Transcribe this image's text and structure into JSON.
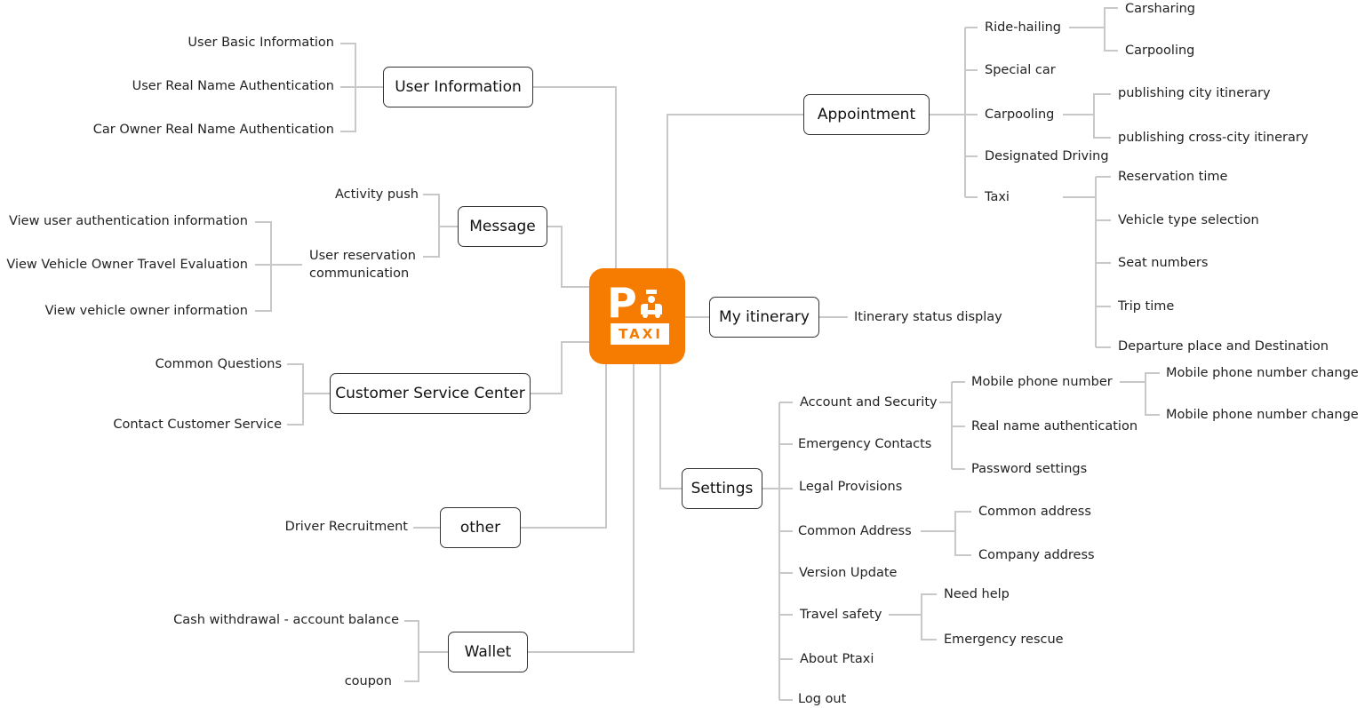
{
  "nodes": {
    "user_information": "User Information",
    "message": "Message",
    "customer_service_center": "Customer Service Center",
    "other": "other",
    "wallet": "Wallet",
    "appointment": "Appointment",
    "my_itinerary": "My itinerary",
    "settings": "Settings"
  },
  "user_information": {
    "items": [
      "User Basic Information",
      "User Real Name Authentication",
      "Car Owner Real Name Authentication"
    ]
  },
  "message": {
    "activity_push": "Activity push",
    "user_reservation": "User reservation\ncommunication",
    "sub_items": [
      "View user authentication information",
      "View Vehicle Owner Travel Evaluation",
      "View vehicle owner information"
    ]
  },
  "customer_service": {
    "items": [
      "Common Questions",
      "Contact Customer Service"
    ]
  },
  "other": {
    "items": [
      "Driver Recruitment"
    ]
  },
  "wallet": {
    "items": [
      "Cash withdrawal - account balance",
      "coupon"
    ]
  },
  "appointment": {
    "ride_hailing": "Ride-hailing",
    "ride_hailing_sub": [
      "Carsharing",
      "Carpooling"
    ],
    "special_car": "Special car",
    "carpooling": "Carpooling",
    "carpooling_sub": [
      "publishing city itinerary",
      "publishing cross-city itinerary"
    ],
    "designated_driving": "Designated Driving",
    "taxi": "Taxi",
    "taxi_sub": [
      "Reservation time",
      "Vehicle type selection",
      "Seat numbers",
      "Trip time",
      "Departure place and Destination"
    ]
  },
  "my_itinerary": {
    "items": [
      "Itinerary status display"
    ]
  },
  "settings": {
    "account_security": "Account and Security",
    "account_sub": [
      "Mobile phone number",
      "Real name authentication",
      "Password settings"
    ],
    "mobile_sub": [
      "Mobile phone number change",
      "Mobile phone number change"
    ],
    "emergency_contacts": "Emergency Contacts",
    "legal_provisions": "Legal Provisions",
    "common_address": "Common Address",
    "common_address_sub": [
      "Common address",
      "Company address"
    ],
    "version_update": "Version Update",
    "travel_safety": "Travel safety",
    "travel_safety_sub": [
      "Need help",
      "Emergency rescue"
    ],
    "about": "About Ptaxi",
    "log_out": "Log out"
  },
  "logo": {
    "letter": "P",
    "word": "TAXI"
  },
  "colors": {
    "accent": "#f57c00",
    "line": "#c8c8c8",
    "border": "#333333"
  }
}
